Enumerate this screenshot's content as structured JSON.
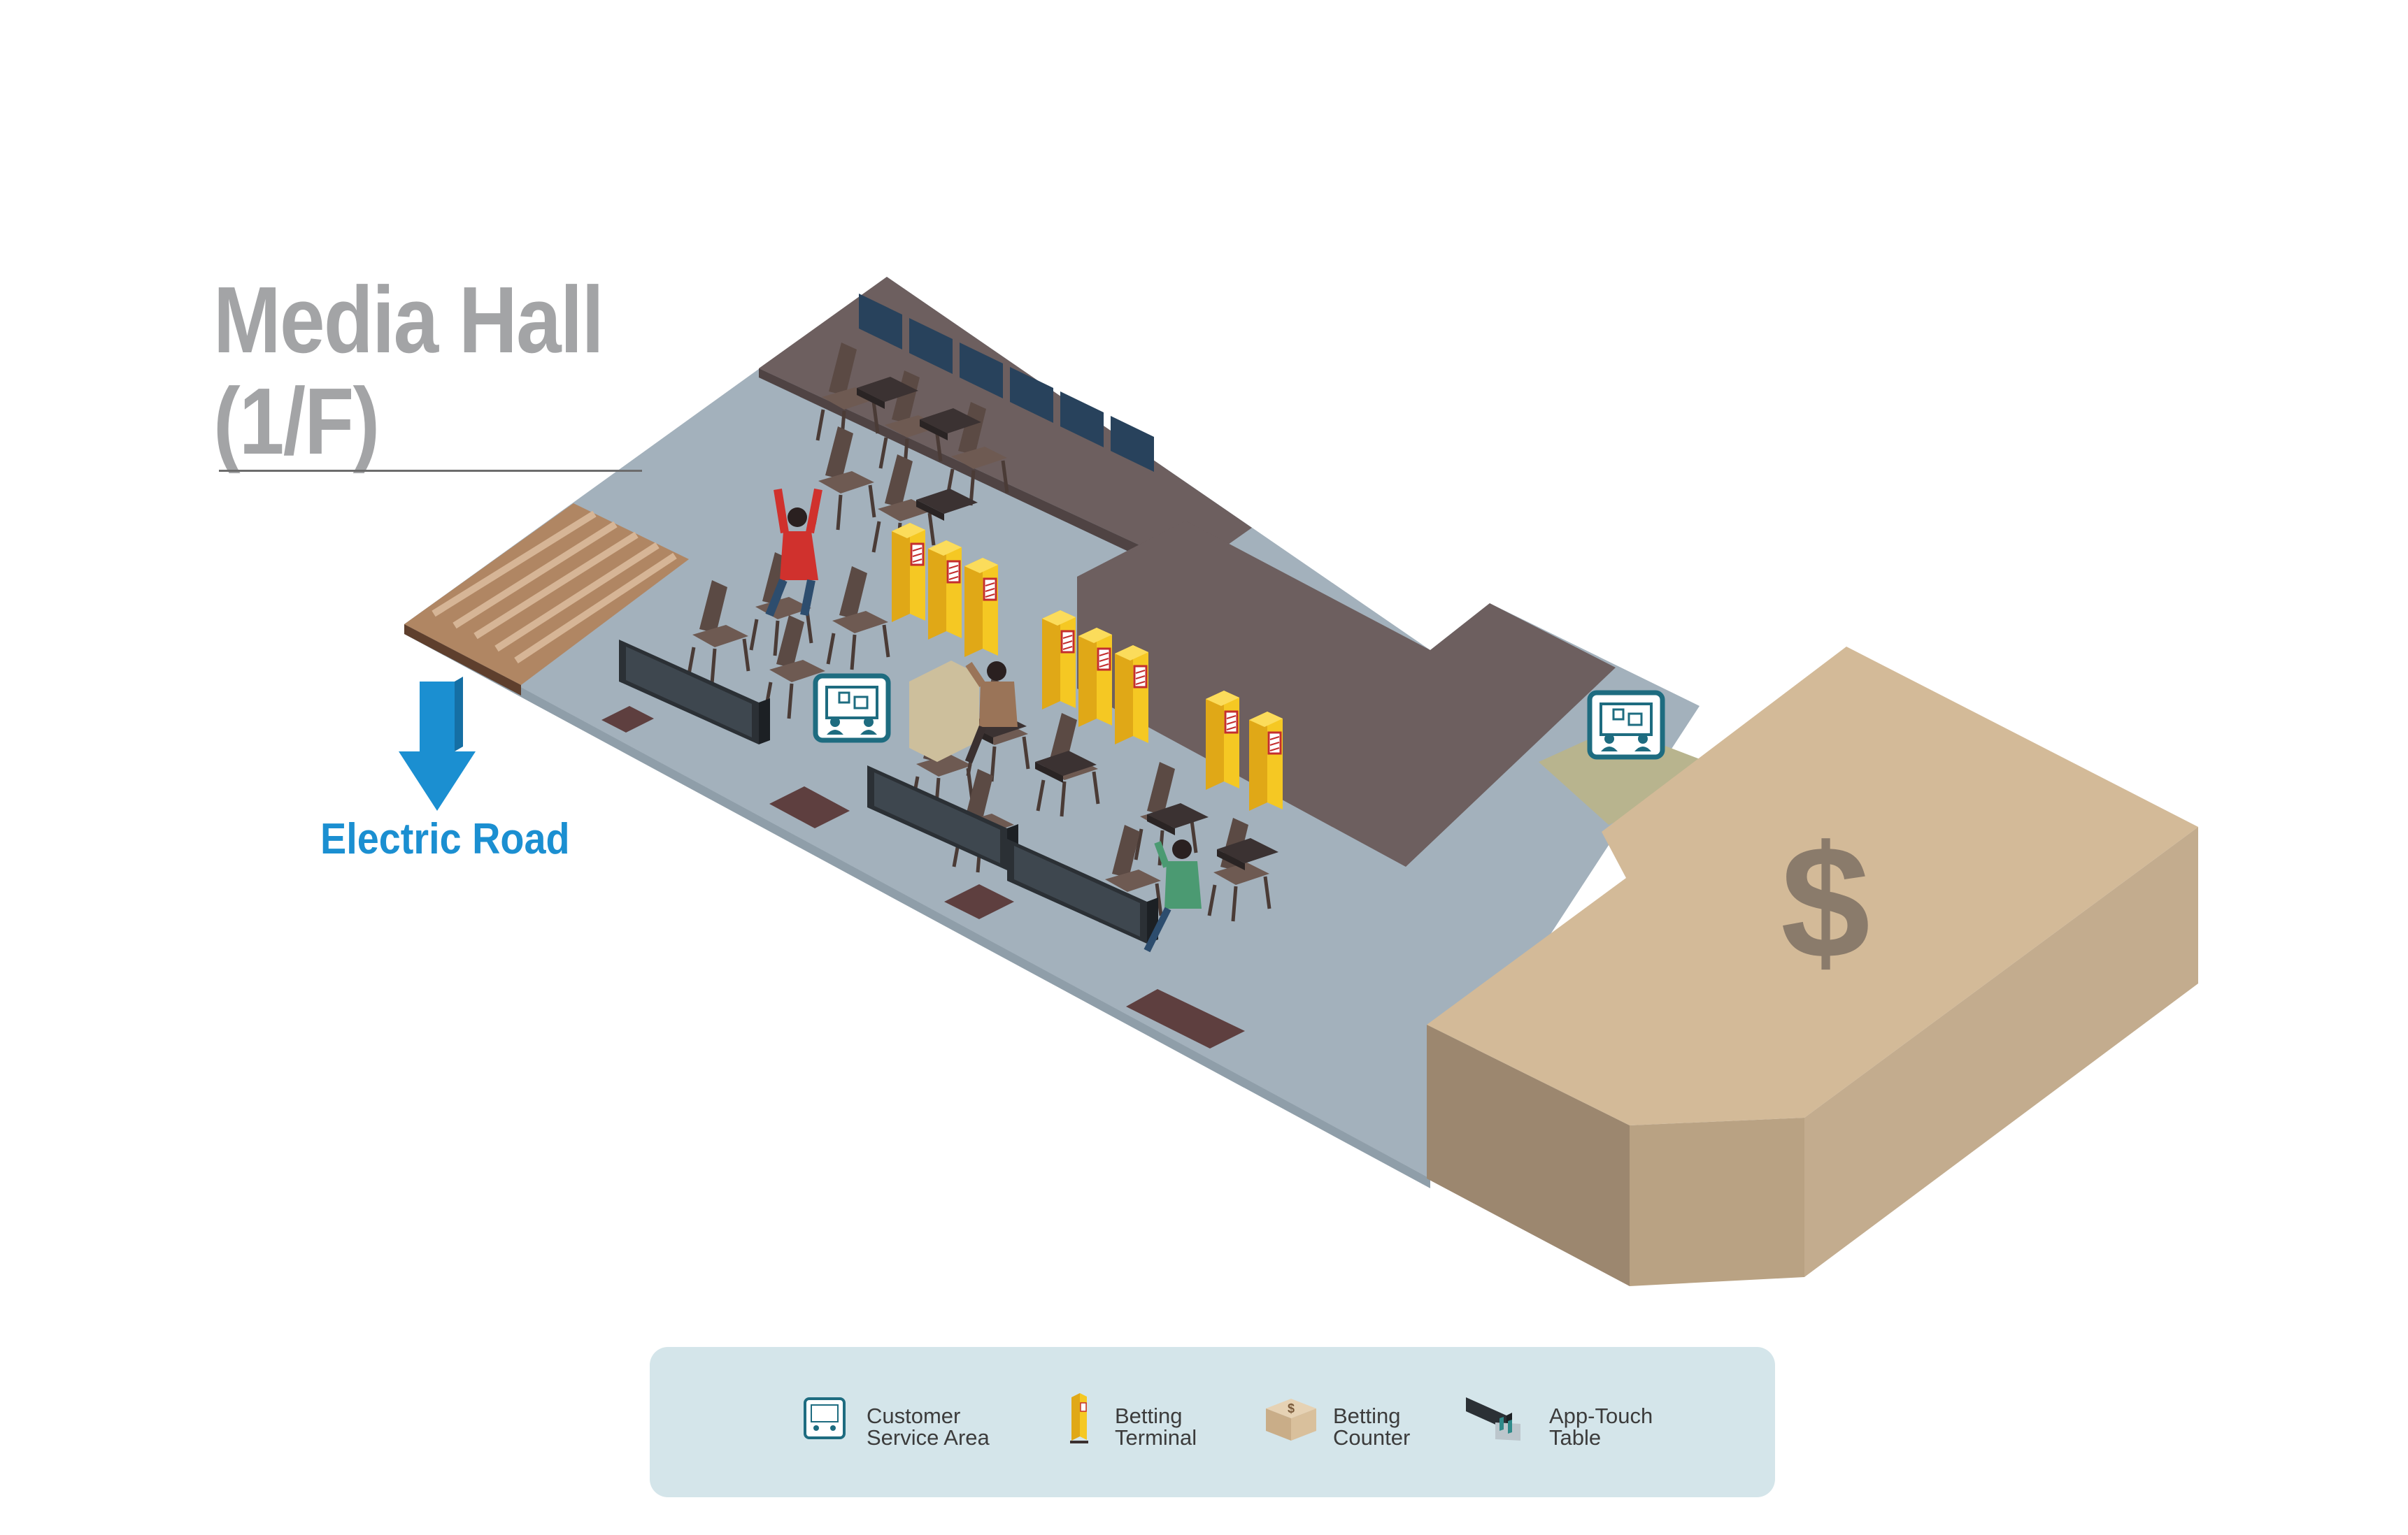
{
  "title": {
    "line1": "Media Hall",
    "line2": "(1/F)"
  },
  "exit": {
    "label": "Electric Road",
    "color": "#1b8fd1",
    "icon": "arrow-down-icon"
  },
  "zones": [
    {
      "name": "customer-service-area",
      "icon": "customer-service-icon",
      "count": 2
    },
    {
      "name": "betting-counter",
      "icon": "dollar-icon",
      "symbol": "$"
    }
  ],
  "legend": {
    "items": [
      {
        "icon": "customer-service-icon",
        "line1": "Customer",
        "line2": "Service Area"
      },
      {
        "icon": "betting-terminal-icon",
        "line1": "Betting",
        "line2": "Terminal"
      },
      {
        "icon": "betting-counter-icon",
        "line1": "Betting",
        "line2": "Counter"
      },
      {
        "icon": "app-touch-table-icon",
        "line1": "App-Touch",
        "line2": "Table"
      }
    ]
  },
  "colors": {
    "floor": "#a3b1bc",
    "wall": "#6d5f5f",
    "counter": "#d3ba98",
    "terminal": "#f3c21c",
    "service_icon": "#1e6c80",
    "exit_arrow": "#1b8fd1"
  }
}
